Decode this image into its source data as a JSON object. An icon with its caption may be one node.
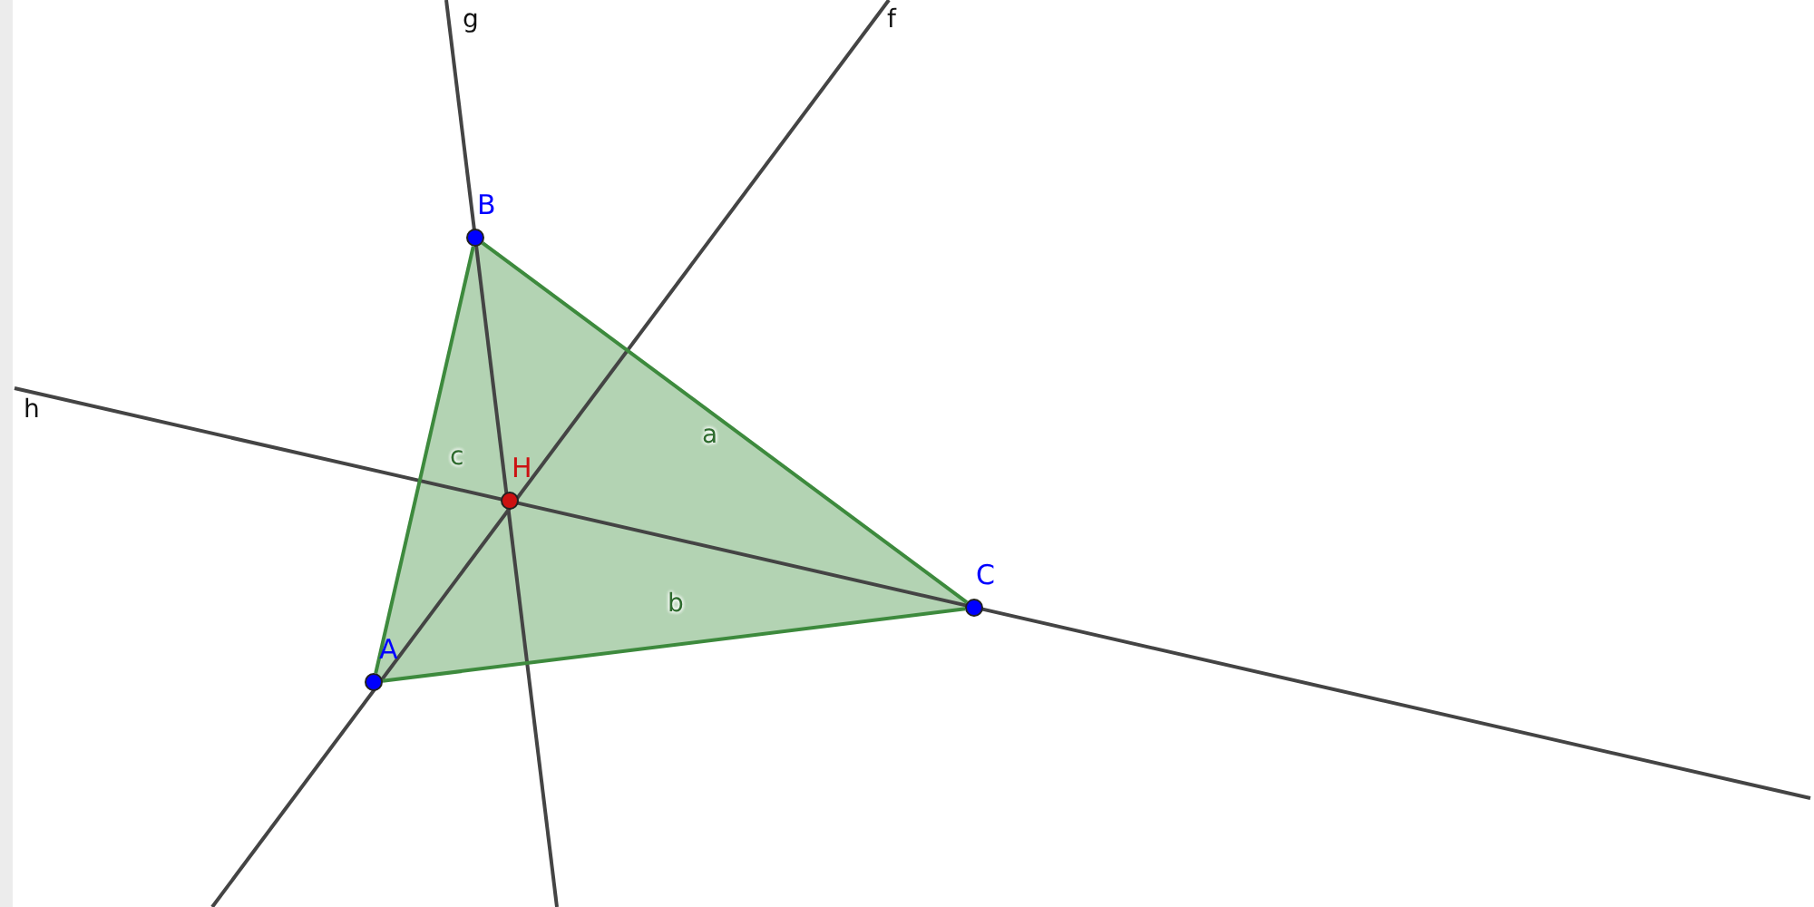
{
  "diagram": {
    "nodes": [
      {
        "text": [
          "A"
        ]
      },
      {
        "text": [
          "B"
        ]
      },
      {
        "text": [
          "C"
        ]
      },
      {
        "text": [
          "H"
        ]
      }
    ],
    "edges": [
      {
        "from": 0,
        "to": 1,
        "arrow": "none",
        "label": "c"
      },
      {
        "from": 1,
        "to": 2,
        "arrow": "none",
        "label": "a"
      },
      {
        "from": 2,
        "to": 0,
        "arrow": "none",
        "label": "b"
      }
    ],
    "labels": [
      "g",
      "f",
      "h"
    ]
  }
}
